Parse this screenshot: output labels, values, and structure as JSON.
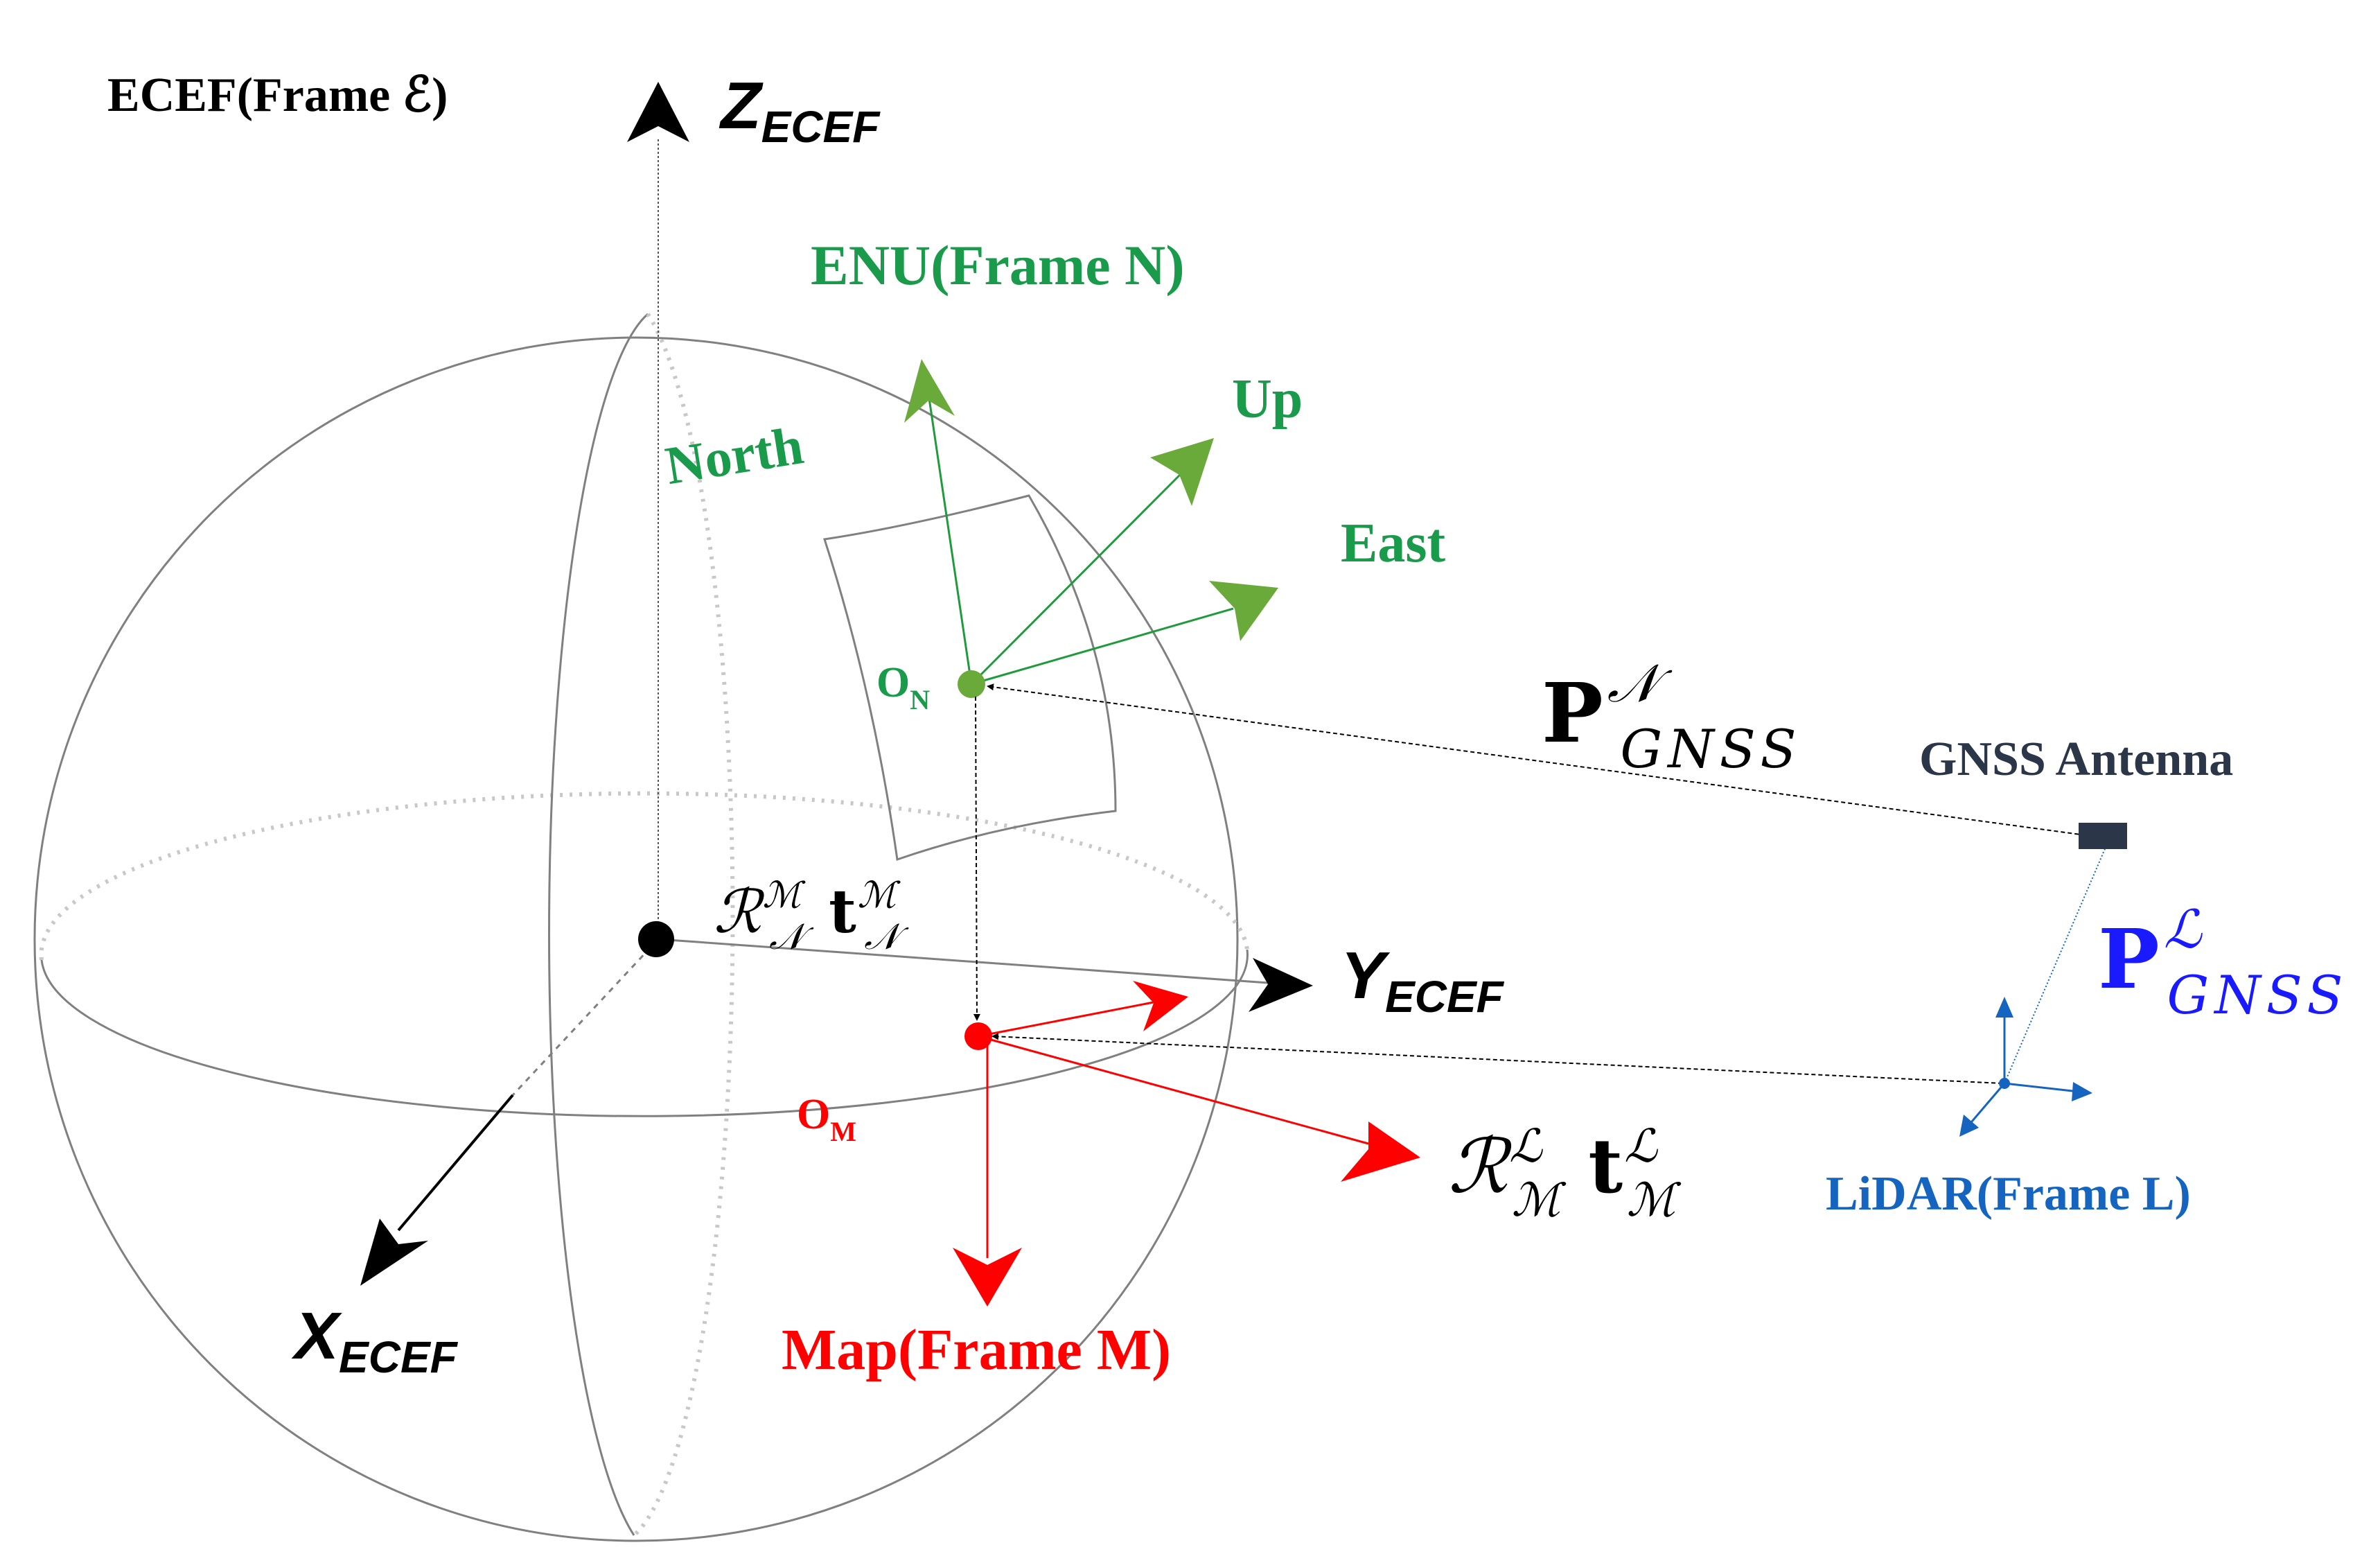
{
  "colors": {
    "black": "#000000",
    "grid": "#808080",
    "enu": "#1a9b4b",
    "enu_axis": "#6aaa3a",
    "map": "#ff0000",
    "lidar": "#1565c0",
    "gnss_label": "#2b3648",
    "pose_blue": "#1a1aff"
  },
  "labels": {
    "ecef_title_prefix": "ECEF(Frame ",
    "ecef_title_symbol": "ℰ",
    "ecef_title_suffix": ")",
    "z_axis_main": "Z",
    "z_axis_sub": "ECEF",
    "y_axis_main": "Y",
    "y_axis_sub": "ECEF",
    "x_axis_main": "X",
    "x_axis_sub": "ECEF",
    "enu_title": "ENU(Frame N)",
    "north": "North",
    "up": "Up",
    "east": "East",
    "origin_n_main": "O",
    "origin_n_sub": "N",
    "origin_m_main": "O",
    "origin_m_sub": "M",
    "map_title": "Map(Frame M)",
    "lidar_title": "LiDAR(Frame L)",
    "gnss_antenna": "GNSS Antenna"
  },
  "math": {
    "p_n_base": "P",
    "p_n_sup": "𝒩",
    "p_n_sub": "GNSS",
    "p_l_base": "P",
    "p_l_sup": "ℒ",
    "p_l_sub": "GNSS",
    "r_nm_base": "ℛ",
    "r_nm_sup": "ℳ",
    "r_nm_sub": "𝒩",
    "t_nm_base": "t",
    "t_nm_sup": "ℳ",
    "t_nm_sub": "𝒩",
    "r_ml_base": "ℛ",
    "r_ml_sup": "ℒ",
    "r_ml_sub": "ℳ",
    "t_ml_base": "t",
    "t_ml_sup": "ℒ",
    "t_ml_sub": "ℳ"
  }
}
